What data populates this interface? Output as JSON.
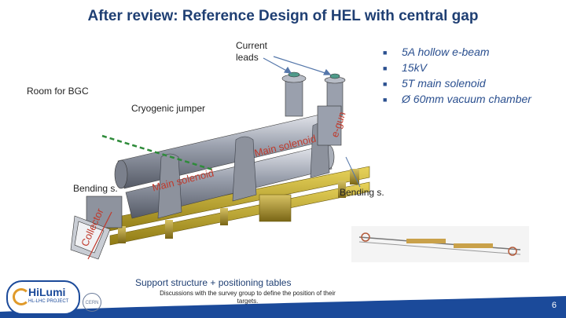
{
  "slide": {
    "title": "After review: Reference Design of HEL with central gap",
    "page_number": "6"
  },
  "labels": {
    "current_leads": "Current\nleads",
    "room_for_bgc": "Room for BGC",
    "cryogenic_jumper": "Cryogenic jumper",
    "bending_left": "Bending s.",
    "bending_right": "Bending s.",
    "main_solenoid_top": "Main solenoid",
    "main_solenoid_bottom": "Main solenoid",
    "e_gun": "e-gun",
    "collector": "Collector",
    "support_structure": "Support structure + positioning tables",
    "survey_note": "Discussions with the survey group to define the position of their\ntargets."
  },
  "bullets": [
    {
      "text": "5A hollow e-beam",
      "color": "#2a4f8f"
    },
    {
      "text": "15kV",
      "color": "#2a4f8f"
    },
    {
      "text": "5T main solenoid",
      "color": "#2a4f8f"
    },
    {
      "text": "Ø 60mm vacuum chamber",
      "color": "#2a4f8f"
    }
  ],
  "logos": {
    "hilumi": "HiLumi",
    "hilumi_sub": "HL-LHC PROJECT",
    "cern": "CERN"
  },
  "colors": {
    "title": "#1f3f73",
    "accent_red": "#c0392b",
    "bullet_blue": "#2a4f8f",
    "footer_blue": "#1b4a9a"
  }
}
